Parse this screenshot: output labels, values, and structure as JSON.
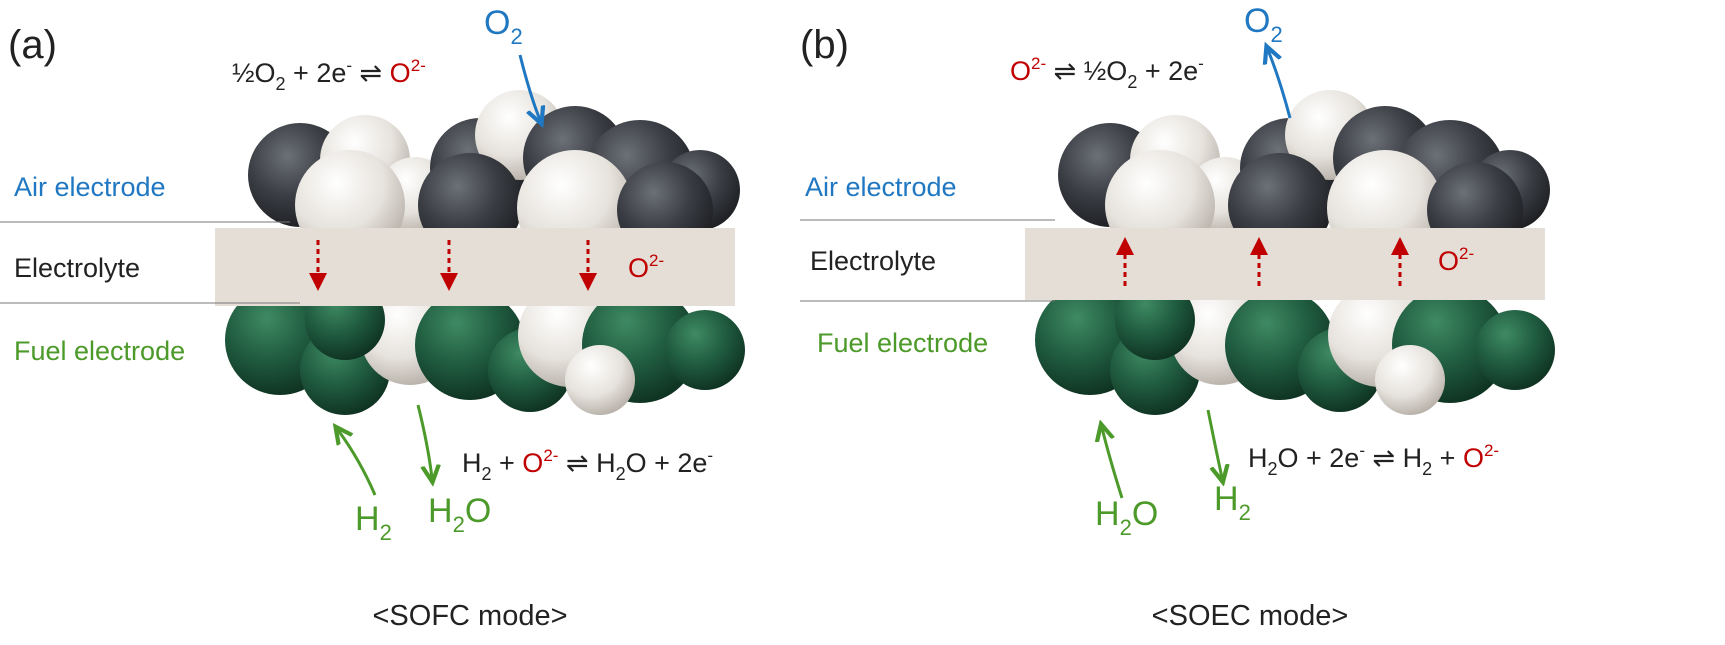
{
  "colors": {
    "air": "#1f78c1",
    "fuel": "#4c9a2a",
    "ion": "#c00000",
    "text": "#222222",
    "electrolyte": "#e6e0da",
    "sphere_dark": "#3c3f45",
    "sphere_light": "#e9e6e1",
    "sphere_green": "#1f5a3e"
  },
  "panels": [
    {
      "mode": "sofc",
      "label": "(a)",
      "caption": "<SOFC mode>",
      "air_label": "Air electrode",
      "electrolyte_label": "Electrolyte",
      "fuel_label": "Fuel electrode",
      "ion_label": "O",
      "ion_sup": "2-",
      "top_gas": {
        "main": "O",
        "sub": "2"
      },
      "top_reaction": {
        "pre": "½O",
        "sub": "2",
        "mid": " + 2e",
        "sup_e": "-",
        "arrow": " ⇌ ",
        "ion": "O",
        "ion_sup": "2-"
      },
      "bottom_gas_left": {
        "main": "H",
        "sub": "2",
        "tail": ""
      },
      "bottom_gas_right": {
        "main": "H",
        "sub": "2",
        "tail": "O"
      },
      "bottom_reaction": {
        "a": "H",
        "a_sub": "2",
        "plus": " + ",
        "ion": "O",
        "ion_sup": "2-",
        "arrow": " ⇌ ",
        "b": "H",
        "b_sub": "2",
        "b_tail": "O + 2e",
        "b_sup": "-"
      }
    },
    {
      "mode": "soec",
      "label": "(b)",
      "caption": "<SOEC mode>",
      "air_label": "Air electrode",
      "electrolyte_label": "Electrolyte",
      "fuel_label": "Fuel electrode",
      "ion_label": "O",
      "ion_sup": "2-",
      "top_gas": {
        "main": "O",
        "sub": "2"
      },
      "top_reaction": {
        "ion": "O",
        "ion_sup": "2-",
        "arrow": " ⇌ ",
        "pre": "½O",
        "sub": "2",
        "mid": " + 2e",
        "sup_e": "-"
      },
      "bottom_gas_left": {
        "main": "H",
        "sub": "2",
        "tail": "O"
      },
      "bottom_gas_right": {
        "main": "H",
        "sub": "2",
        "tail": ""
      },
      "bottom_reaction": {
        "a": "H",
        "a_sub": "2",
        "a_tail": "O + 2e",
        "a_sup": "-",
        "arrow": " ⇌ ",
        "b": "H",
        "b_sub": "2",
        "plus": " + ",
        "ion": "O",
        "ion_sup": "2-"
      }
    }
  ]
}
